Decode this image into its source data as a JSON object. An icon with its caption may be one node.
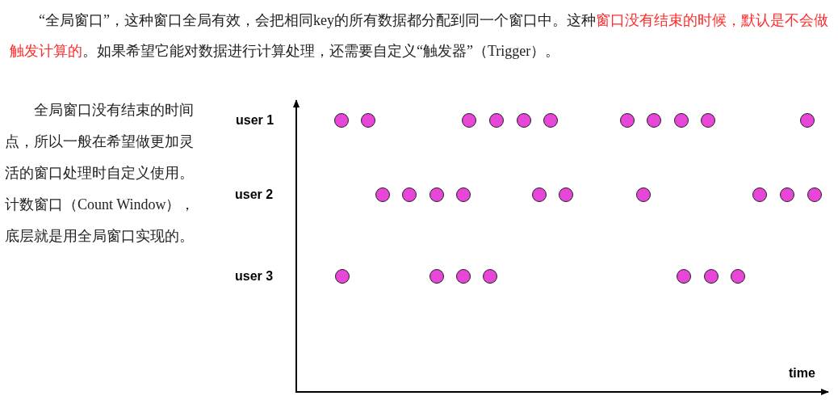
{
  "diagram": {
    "labels": [
      "“全局窗口”，这种窗口全局有效，会把相同key的所有数据都分配到同一个窗口中。这种**窗口没有结束的时候，默认是不会做触发计算的**。如果希望它能对数据进行计算处理，还需要自定义“触发器”（Trigger）。",
      "全局窗口没有结束的时间点，所以一般在希望做更加灵活的窗口处理时自定义使用。计数窗口（Count Window），底层就是用全局窗口实现的。",
      "user 1",
      "user 2",
      "user 3",
      "time"
    ]
  }
}
